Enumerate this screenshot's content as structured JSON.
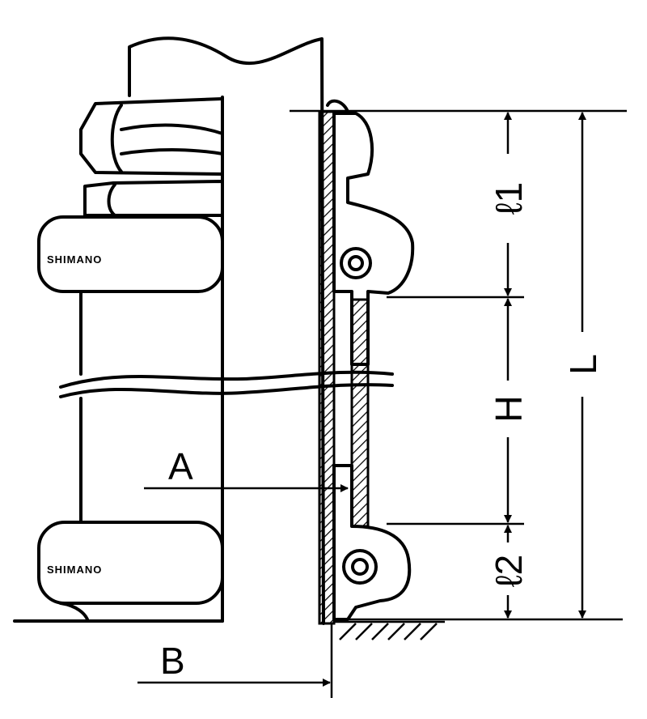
{
  "diagram": {
    "brand_logo_text": "SHIMANO",
    "labels": {
      "l1": "ℓ1",
      "h": "H",
      "l": "L",
      "l2": "ℓ2",
      "a": "A",
      "b": "B"
    }
  }
}
